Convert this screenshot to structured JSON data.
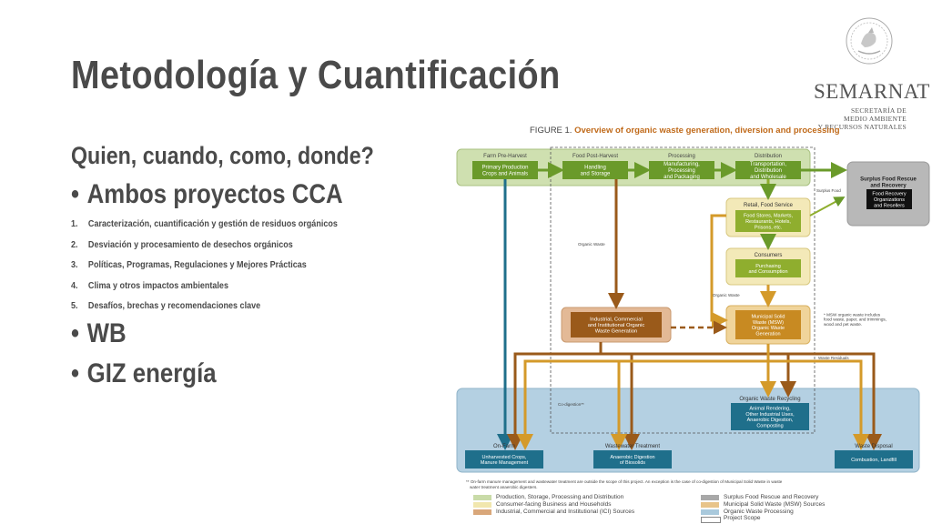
{
  "slide": {
    "title": "Metodología y Cuantificación",
    "question": "Quien, cuando, como, donde?",
    "bullet1": "Ambos proyectos CCA",
    "bullet_symbol": "•",
    "numbered": [
      {
        "n": "1.",
        "text": "Caracterización, cuantificación y gestión de residuos orgánicos"
      },
      {
        "n": "2.",
        "text": "Desviación y procesamiento de desechos orgánicos"
      },
      {
        "n": "3.",
        "text": "Políticas, Programas, Regulaciones y Mejores Prácticas"
      },
      {
        "n": "4.",
        "text": "Clima y otros impactos ambientales"
      },
      {
        "n": "5.",
        "text": "Desafíos, brechas y recomendaciones clave"
      }
    ],
    "bullet2": "WB",
    "bullet3": "GIZ energía"
  },
  "logo": {
    "brand": "SEMARNAT",
    "sub1": "SECRETARÍA DE",
    "sub2": "MEDIO AMBIENTE",
    "sub3": "Y RECURSOS NATURALES",
    "seal_icon": "mexico-seal-icon"
  },
  "figure": {
    "caption_prefix": "FIGURE 1.",
    "caption_title": "Overview of organic waste generation, diversion and processing",
    "stages": [
      "Farm Pre-Harvest",
      "Food Post-Harvest",
      "Processing",
      "Distribution"
    ],
    "stage_boxes": [
      "Primary Production|Crops and Animals",
      "Handling|and Storage",
      "Manufacturing,|Processing|and Packaging",
      "Transportation,|Distribution|and Wholesale"
    ],
    "surplus_food_label": "Surplus Food",
    "surplus_title": "Surplus Food Rescue|and Recovery",
    "surplus_box": "Food Recovery|Organizations|and Resellers",
    "retail_title": "Retail, Food Service",
    "retail_box": "Food Stores, Markets,|Restaurants, Hotels,|Prisons, etc.",
    "consumers_title": "Consumers",
    "consumers_box": "Purchasing|and Consumption",
    "organic_waste_1": "Organic Waste",
    "organic_waste_2": "Organic Waste",
    "ici_box": "Industrial, Commercial|and Institutional Organic|Waste Generation",
    "msw_box": "Municipal Solid|Waste (MSW)|Organic Waste|Generation",
    "msw_note": "* MSW organic waste includes|food waste, paper, and trimmings,|wood and pet waste.",
    "waste_residuals": "Waste Residuals",
    "codigestion": "Co-digestion**",
    "recycling_title": "Organic Waste Recycling",
    "recycling_box": "Animal Rendering,|Other Industrial Uses,|Anaerobic Digestion,|Composting",
    "onfarm_title": "On-Farm",
    "onfarm_box": "Unharvested Crops,|Manure Management",
    "wastewater_title": "Wastewater Treatment",
    "wastewater_box": "Anaerobic Digestion|of Biosolids",
    "disposal_title": "Waste Disposal",
    "disposal_box": "Combustion, Landfill",
    "footnote1": "** On-farm manure management and wastewater treatment are outside the scope of this project. An exception is the case of co-digestion of Municipal Solid Waste in waste",
    "footnote2": "water treatment anaerobic digesters.",
    "legend": [
      {
        "label": "Production, Storage, Processing and Distribution",
        "color": "#c9dba8"
      },
      {
        "label": "Consumer-facing Business and Households",
        "color": "#f1e7ae"
      },
      {
        "label": "Industrial, Commercial and Institutional (ICI) Sources",
        "color": "#d9a77a"
      },
      {
        "label": "Surplus Food Rescue and Recovery",
        "color": "#a8a8a8"
      },
      {
        "label": "Municipal Solid Waste (MSW) Sources",
        "color": "#e8c48a"
      },
      {
        "label": "Organic Waste Processing",
        "color": "#a9c9dc"
      },
      {
        "label": "Project Scope",
        "color": "#ffffff"
      }
    ]
  },
  "colors": {
    "title_text": "#4a4a4a",
    "green_band": "#cfe0b0",
    "green_box": "#6a9a2a",
    "blue_band": "#b4d0e2",
    "teal_box": "#1f6f8b",
    "brown": "#9a5a1a",
    "gold": "#d49a2a",
    "accent_orange": "#c06a1a"
  }
}
